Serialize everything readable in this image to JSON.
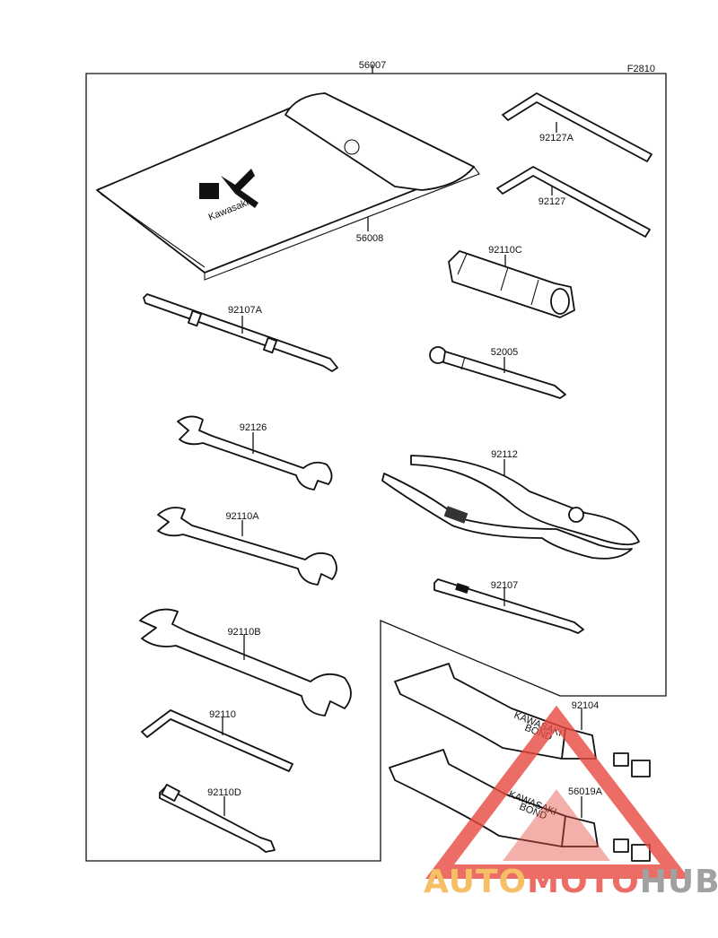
{
  "diagram_code": "F2810",
  "brand_text": "Kawasaki",
  "bond_text_line1": "KAWASAKI",
  "bond_text_line2": "BOND",
  "parts": [
    {
      "id": "56007"
    },
    {
      "id": "56008"
    },
    {
      "id": "92127A"
    },
    {
      "id": "92127"
    },
    {
      "id": "92110C"
    },
    {
      "id": "92107A"
    },
    {
      "id": "52005"
    },
    {
      "id": "92126"
    },
    {
      "id": "92112"
    },
    {
      "id": "92110A"
    },
    {
      "id": "92107"
    },
    {
      "id": "92110B"
    },
    {
      "id": "92104"
    },
    {
      "id": "92110"
    },
    {
      "id": "56019A"
    },
    {
      "id": "92110D"
    }
  ],
  "watermark": {
    "part1": "AUTO",
    "part2": "MOTO",
    "part3": "HUB",
    "colors": {
      "auto": "#f5b042",
      "moto": "#e8493f",
      "hub": "#8a8a8a",
      "triangle": "#e8493f"
    }
  }
}
